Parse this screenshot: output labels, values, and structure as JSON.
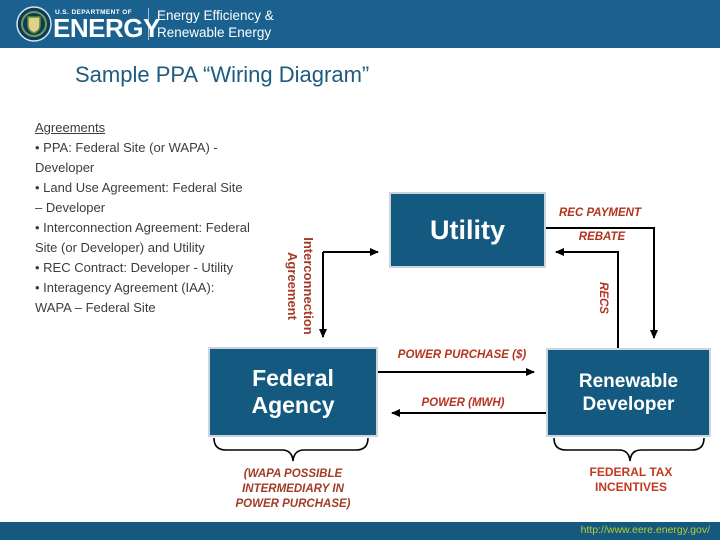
{
  "header": {
    "dept_small": "U.S. DEPARTMENT OF",
    "dept_big": "ENERGY",
    "program_line1": "Energy Efficiency &",
    "program_line2": "Renewable Energy"
  },
  "title": "Sample PPA “Wiring Diagram”",
  "agreements": {
    "heading": "Agreements",
    "lines": [
      "• PPA: Federal Site (or WAPA) -",
      "Developer",
      "• Land Use Agreement: Federal Site",
      "– Developer",
      "• Interconnection Agreement: Federal",
      "Site (or Developer) and Utility",
      "• REC Contract: Developer - Utility",
      "• Interagency Agreement (IAA):",
      "WAPA – Federal Site"
    ]
  },
  "diagram": {
    "boxes": {
      "utility": "Utility",
      "federal_agency_line1": "Federal",
      "federal_agency_line2": "Agency",
      "renewable_developer_line1": "Renewable",
      "renewable_developer_line2": "Developer"
    },
    "labels": {
      "interconnection_line1": "Interconnection",
      "interconnection_line2": "Agreement",
      "rec_payment": "REC PAYMENT",
      "rebate": "REBATE",
      "recs": "RECS",
      "power_purchase": "POWER PURCHASE ($)",
      "power_mwh": "POWER (MWH)",
      "wapa_note_line1": "(WAPA POSSIBLE",
      "wapa_note_line2": "INTERMEDIARY IN",
      "wapa_note_line3": "POWER PURCHASE)",
      "federal_tax_line1": "FEDERAL TAX",
      "federal_tax_line2": "INCENTIVES"
    }
  },
  "footer": {
    "url": "http://www.eere.energy.gov/"
  },
  "colors": {
    "header_blue": "#1b618f",
    "box_blue": "#145a80",
    "flow_label_red": "#b2341f",
    "note_red": "#a23c26",
    "title_blue": "#1e5b7e",
    "url_green": "#b9cb2d"
  }
}
